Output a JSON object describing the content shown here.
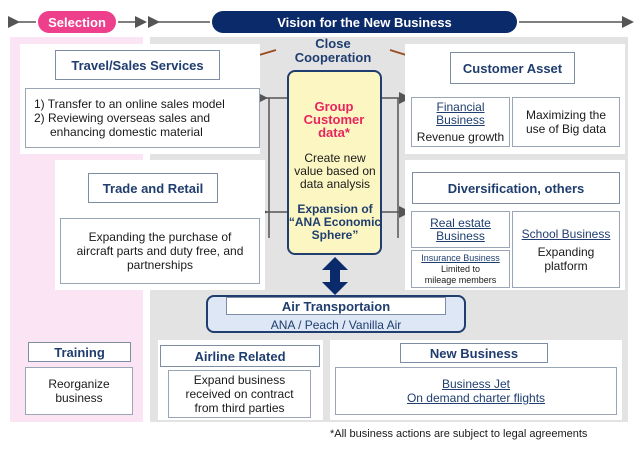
{
  "header": {
    "selection": "Selection",
    "vision": "Vision for the New Business"
  },
  "center": {
    "close_cooperation": "Close Cooperation",
    "db_label": "Group Customer data*",
    "value_text": "Create new value based on data analysis",
    "expansion_text": "Expansion of “ANA Economic Sphere”"
  },
  "travel": {
    "title": "Travel/Sales Services",
    "item1": "1) Transfer to an online sales model",
    "item2": "2) Reviewing overseas sales and",
    "item2b": "enhancing domestic material"
  },
  "trade": {
    "title": "Trade and Retail",
    "desc": "Expanding the purchase of aircraft parts and duty free, and partnerships"
  },
  "customer_asset": {
    "title": "Customer Asset",
    "financial_link": "Financial Business",
    "financial_sub": "Revenue growth",
    "bigdata": "Maximizing the use of Big data"
  },
  "diversification": {
    "title": "Diversification, others",
    "real_estate": "Real estate Business",
    "insurance": "Insurance Business",
    "insurance_sub1": "Limited to",
    "insurance_sub2": "mileage members",
    "school": "School Business",
    "school_sub": "Expanding platform"
  },
  "air": {
    "title": "Air Transportaion",
    "airlines": "ANA / Peach / Vanilla Air"
  },
  "training": {
    "title": "Training",
    "desc": "Reorganize business"
  },
  "airline_related": {
    "title": "Airline Related",
    "desc": "Expand business received on contract from third parties"
  },
  "new_business": {
    "title": "New Business",
    "link1": "Business Jet",
    "link2": "On demand charter flights"
  },
  "footnote": "*All business actions are subject to legal agreements",
  "colors": {
    "pink": "#ee3f8d",
    "navy": "#0b2a6a",
    "center_fill": "#fcf7c2",
    "db_text": "#e8245e",
    "arrow_brown": "#9a4a1f"
  }
}
